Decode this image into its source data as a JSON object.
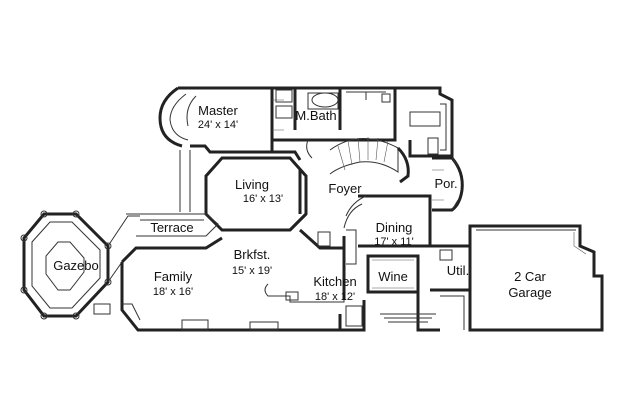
{
  "rooms": {
    "master": {
      "name": "Master",
      "dims": "24' x 14'"
    },
    "mbath": {
      "name": "M.Bath"
    },
    "living": {
      "name": "Living",
      "dims": "16' x 13'"
    },
    "foyer": {
      "name": "Foyer"
    },
    "porch": {
      "name": "Por."
    },
    "dining": {
      "name": "Dining",
      "dims": "17' x 11'"
    },
    "terrace": {
      "name": "Terrace"
    },
    "gazebo": {
      "name": "Gazebo"
    },
    "brkfst": {
      "name": "Brkfst.",
      "dims": "15' x 19'"
    },
    "family": {
      "name": "Family",
      "dims": "18' x 16'"
    },
    "kitchen": {
      "name": "Kitchen",
      "dims": "18' x 12'"
    },
    "wine": {
      "name": "Wine"
    },
    "util": {
      "name": "Util."
    },
    "garage": {
      "name": "2 Car",
      "name2": "Garage"
    }
  }
}
